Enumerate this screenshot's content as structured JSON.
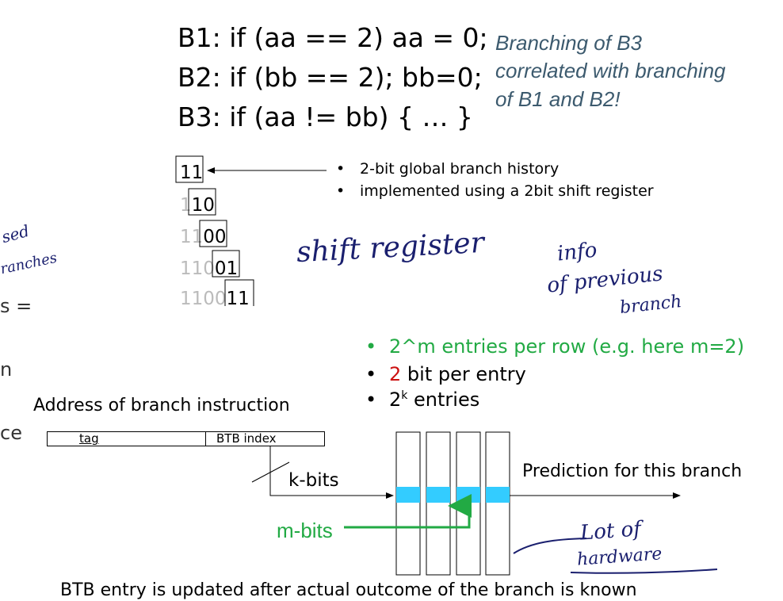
{
  "code_lines": [
    "B1: if (aa == 2) aa = 0;",
    "B2: if (bb == 2); bb=0;",
    "B3: if (aa != bb) { … }"
  ],
  "note_lines": [
    "Branching of B3",
    "correlated with branching",
    "of B1 and B2!"
  ],
  "history_rows": [
    {
      "old": "",
      "current": "11"
    },
    {
      "old": "1",
      "current": "10"
    },
    {
      "old": "11",
      "current": "00"
    },
    {
      "old": "110",
      "current": "01"
    },
    {
      "old": "1100",
      "current": "11"
    }
  ],
  "history_bullets": [
    "2-bit global branch history",
    "implemented using a 2bit shift register"
  ],
  "table_bullets": {
    "entries_per_row": "2^m entries per row (e.g. here m=2)",
    "bit_number": "2",
    "bit_suffix": " bit per entry",
    "entries_base": "2",
    "entries_exp": "k",
    "entries_suffix": " entries"
  },
  "address_label": "Address of branch instruction",
  "tag_label": "tag",
  "btb_index_label": "BTB index",
  "k_bits_label": "k-bits",
  "m_bits_label": "m-bits",
  "prediction_label": "Prediction for this branch",
  "footer": "BTB entry is updated after actual outcome of the branch is known",
  "left_cut_text": [
    "s =",
    "n",
    "ce"
  ],
  "handwriting": {
    "shift_register": "shift register",
    "info_line1": "info",
    "info_line2": "of previous",
    "info_line3": "branch",
    "lot_line1": "Lot of",
    "lot_line2": "hardware",
    "left_line1": "sed",
    "left_line2": "ranches"
  },
  "colors": {
    "green": "#22aa44",
    "red": "#cc1111",
    "cyan": "#33ccff",
    "note": "#3c5a6e",
    "ink": "#1a1f6e"
  }
}
